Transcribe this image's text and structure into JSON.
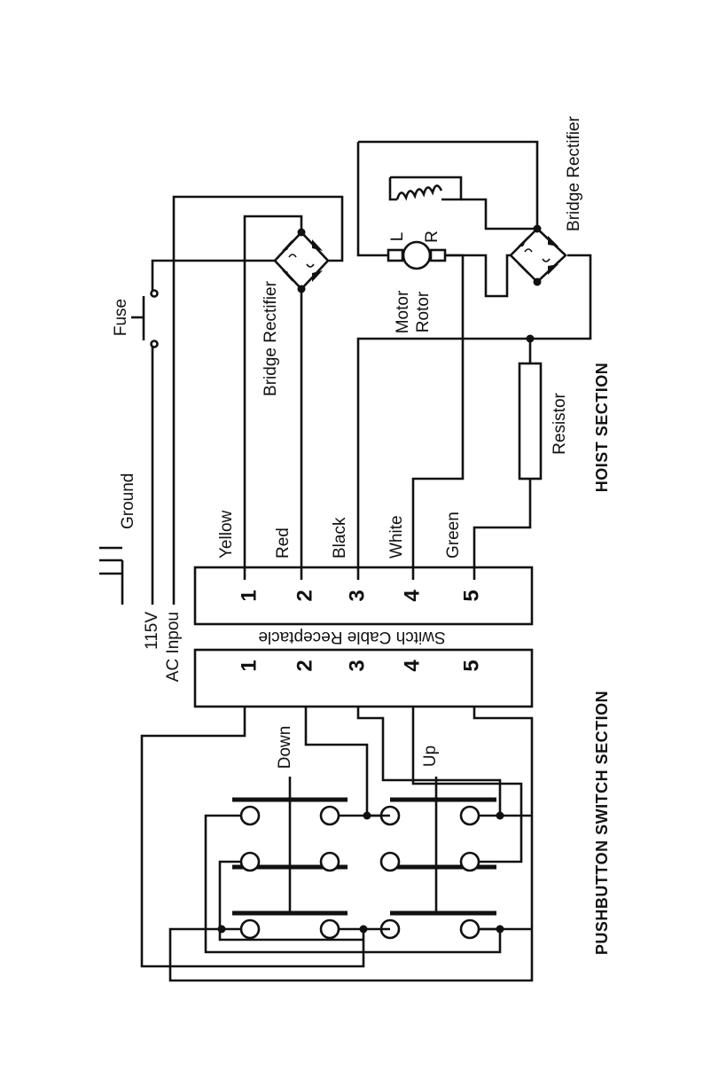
{
  "labels": {
    "ground": "Ground",
    "v115": "115V",
    "ac_input": "AC Inpou",
    "fuse": "Fuse",
    "bridge_rectifier_top": "Bridge Rectifier",
    "bridge_rectifier_bottom": "Bridge Rectifier",
    "motor_rotor_1": "Motor",
    "motor_rotor_2": "Rotor",
    "motor_l": "L",
    "motor_r": "R",
    "resistor": "Resistor",
    "hoist_section": "HOIST SECTION",
    "pushbutton_section": "PUSHBUTTON SWITCH SECTION",
    "receptacle": "Switch Cable Receptacle",
    "down": "Down",
    "up": "Up"
  },
  "wires": [
    "Yellow",
    "Red",
    "Black",
    "White",
    "Green"
  ],
  "pins_right": [
    "1",
    "2",
    "3",
    "4",
    "5"
  ],
  "pins_left": [
    "1",
    "2",
    "3",
    "4",
    "5"
  ]
}
